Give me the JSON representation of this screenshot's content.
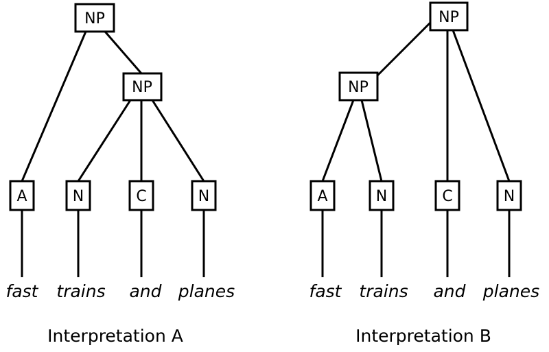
{
  "trees": {
    "a": {
      "root_label": "NP",
      "sub_np_label": "NP",
      "leaves": [
        {
          "pos": "A",
          "word": "fast"
        },
        {
          "pos": "N",
          "word": "trains"
        },
        {
          "pos": "C",
          "word": "and"
        },
        {
          "pos": "N",
          "word": "planes"
        }
      ],
      "caption": "Interpretation A"
    },
    "b": {
      "root_label": "NP",
      "sub_np_label": "NP",
      "leaves": [
        {
          "pos": "A",
          "word": "fast"
        },
        {
          "pos": "N",
          "word": "trains"
        },
        {
          "pos": "C",
          "word": "and"
        },
        {
          "pos": "N",
          "word": "planes"
        }
      ],
      "caption": "Interpretation B"
    }
  }
}
